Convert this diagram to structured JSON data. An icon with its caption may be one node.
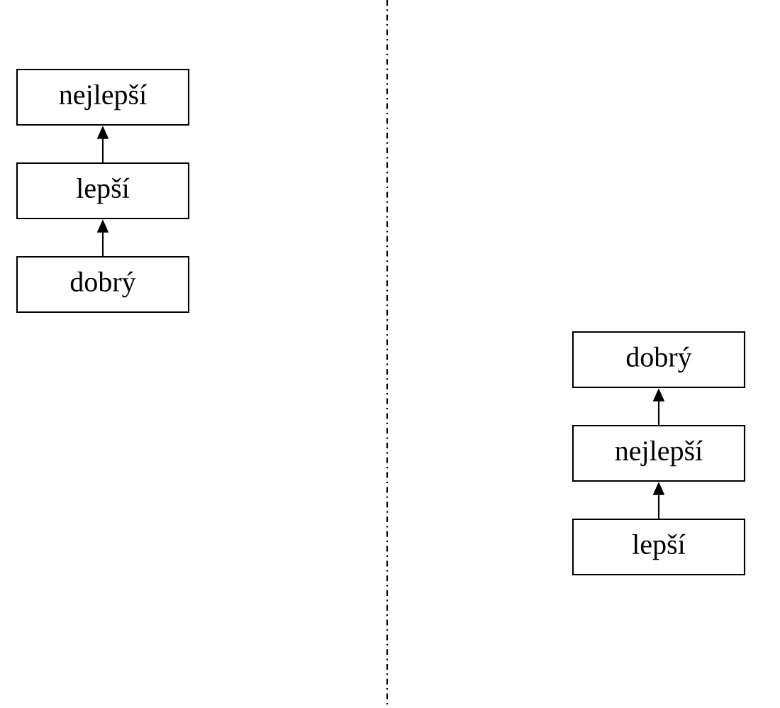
{
  "diagram": {
    "nodes": [
      {
        "text": [
          "nejlepší"
        ]
      },
      {
        "text": [
          "lepší"
        ]
      },
      {
        "text": [
          "dobrý"
        ]
      },
      {
        "text": [
          "dobrý"
        ]
      },
      {
        "text": [
          "nejlepší"
        ]
      },
      {
        "text": [
          "lepší"
        ]
      }
    ],
    "edges": [
      {
        "from": 1,
        "to": 0,
        "arrow": "to"
      },
      {
        "from": 2,
        "to": 1,
        "arrow": "to"
      },
      {
        "from": 4,
        "to": 3,
        "arrow": "to"
      },
      {
        "from": 5,
        "to": 4,
        "arrow": "to"
      }
    ]
  }
}
